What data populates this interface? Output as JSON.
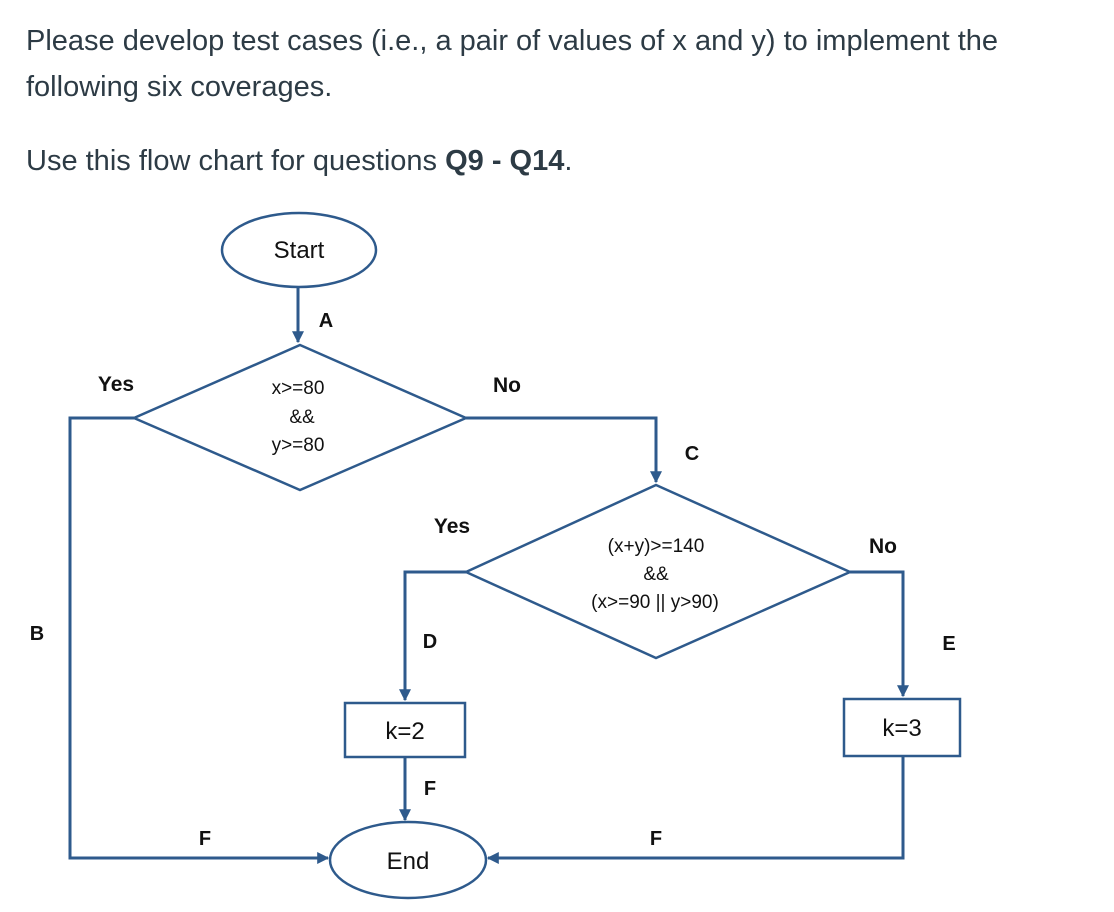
{
  "intro_text": "Please develop test cases (i.e., a pair of values of x and y) to implement the following six coverages.",
  "instruction": {
    "prefix": "Use this flow chart for questions ",
    "questions": "Q9 - Q14",
    "suffix": "."
  },
  "flowchart": {
    "nodes": {
      "start": "Start",
      "cond1": [
        "x>=80",
        "&&",
        "y>=80"
      ],
      "cond2": [
        "(x+y)>=140",
        "&&",
        "(x>=90 || y>90)"
      ],
      "k2": "k=2",
      "k3": "k=3",
      "end": "End"
    },
    "branch_labels": {
      "cond1_yes": "Yes",
      "cond1_no": "No",
      "cond2_yes": "Yes",
      "cond2_no": "No"
    },
    "edge_labels": {
      "a": "A",
      "b": "B",
      "c": "C",
      "d": "D",
      "e": "E",
      "f_left": "F",
      "f_mid": "F",
      "f_right": "F"
    }
  },
  "colors": {
    "line": "#2e5a8c",
    "shape_stroke": "#2e5a8c",
    "text": "#111111",
    "body_text": "#2d3b45"
  }
}
